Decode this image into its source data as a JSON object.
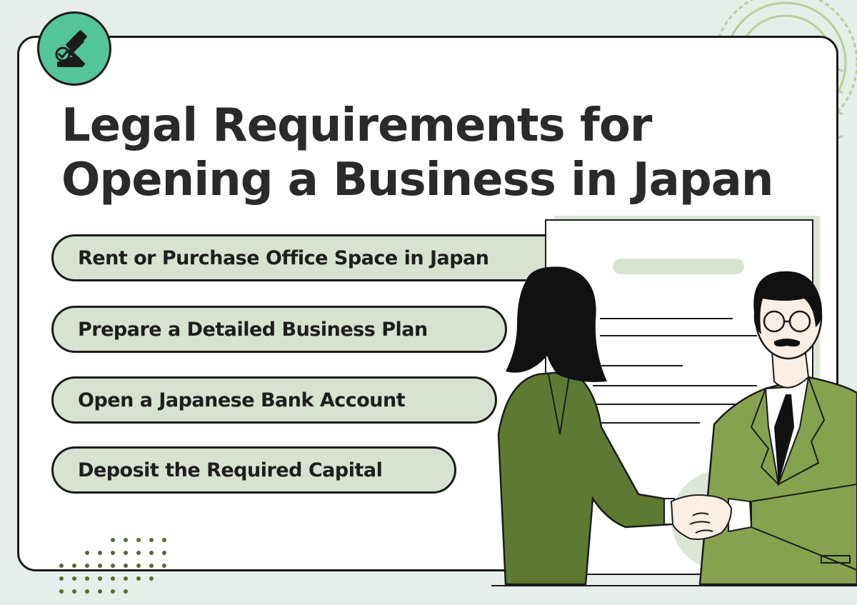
{
  "title": {
    "line1": "Legal Requirements for",
    "line2": "Opening a Business in Japan"
  },
  "requirements": [
    {
      "label": "Rent or Purchase Office Space in Japan"
    },
    {
      "label": "Prepare a Detailed Business Plan"
    },
    {
      "label": "Open a Japanese Bank Account"
    },
    {
      "label": "Deposit the Required Capital"
    }
  ],
  "icons": {
    "badge": "gavel-icon",
    "stamp": "postmark-icon",
    "illustration": "handshake-illustration"
  },
  "colors": {
    "background": "#e6eee9",
    "card": "#ffffff",
    "badge": "#54c49b",
    "pill": "#d7e2d0",
    "suit_left": "#5e7a32",
    "suit_right": "#86a24f",
    "text": "#2a2a2a"
  }
}
